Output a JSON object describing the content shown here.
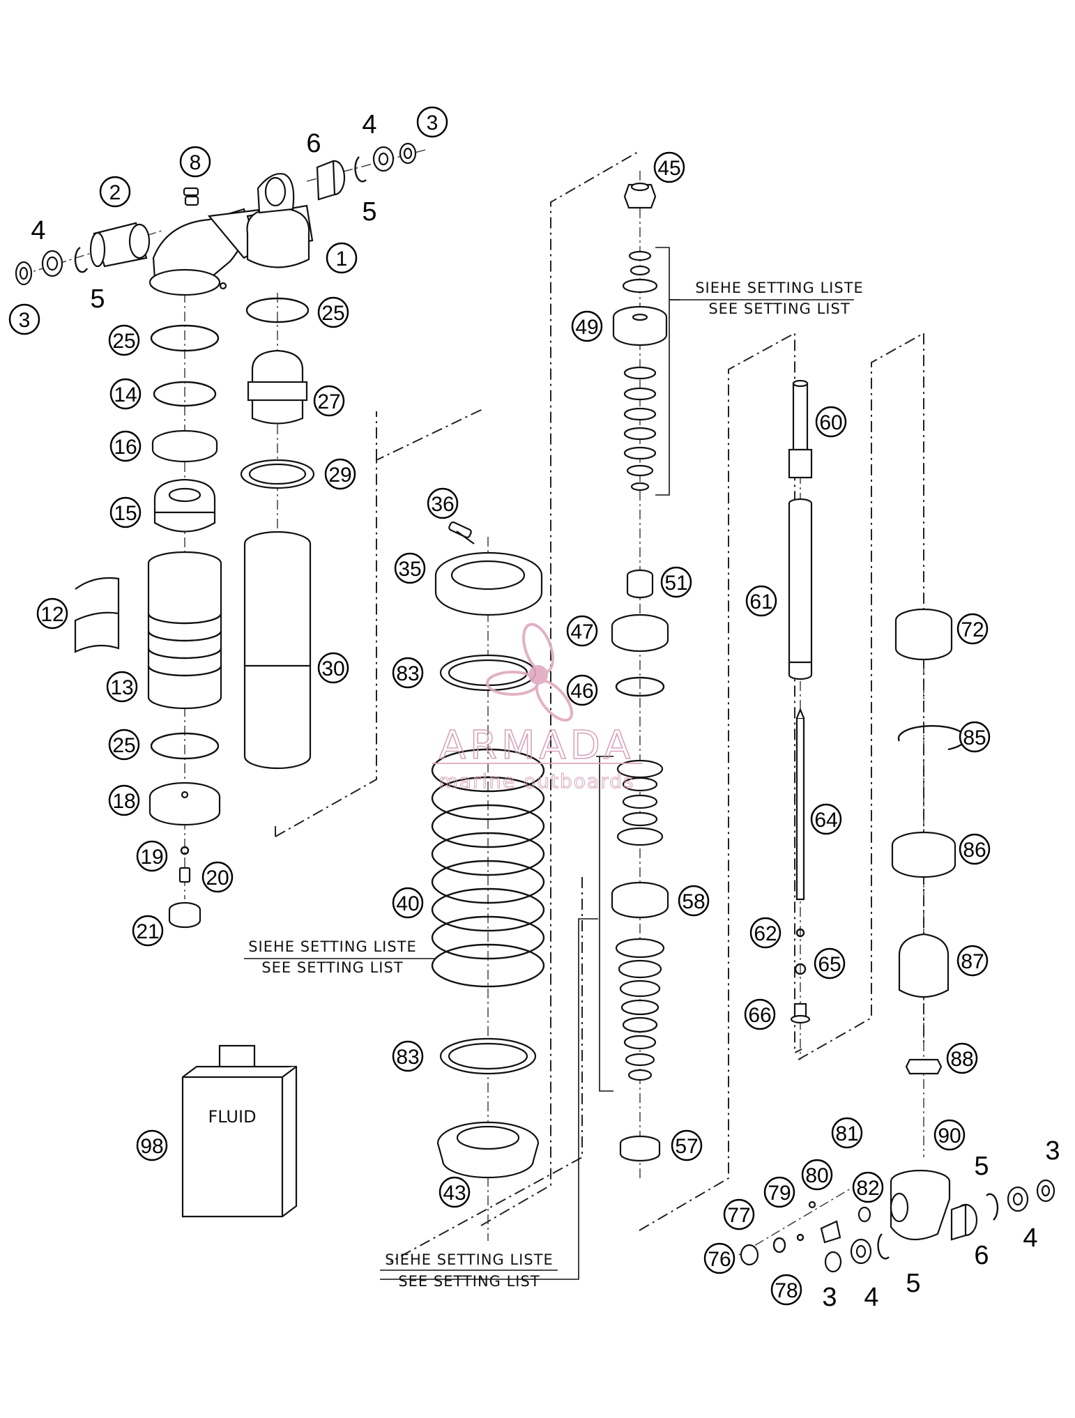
{
  "parts": [
    {
      "id": "p1",
      "text": "1"
    },
    {
      "id": "p2",
      "text": "2"
    },
    {
      "id": "p3a",
      "text": "3"
    },
    {
      "id": "p3b",
      "text": "3"
    },
    {
      "id": "p3c",
      "text": "3"
    },
    {
      "id": "p3d",
      "text": "3"
    },
    {
      "id": "p4a",
      "text": "4"
    },
    {
      "id": "p4b",
      "text": "4"
    },
    {
      "id": "p4c",
      "text": "4"
    },
    {
      "id": "p4d",
      "text": "4"
    },
    {
      "id": "p5a",
      "text": "5"
    },
    {
      "id": "p5b",
      "text": "5"
    },
    {
      "id": "p5c",
      "text": "5"
    },
    {
      "id": "p5d",
      "text": "5"
    },
    {
      "id": "p6a",
      "text": "6"
    },
    {
      "id": "p6b",
      "text": "6"
    },
    {
      "id": "p8",
      "text": "8"
    },
    {
      "id": "p12",
      "text": "12"
    },
    {
      "id": "p13",
      "text": "13"
    },
    {
      "id": "p14",
      "text": "14"
    },
    {
      "id": "p15",
      "text": "15"
    },
    {
      "id": "p16",
      "text": "16"
    },
    {
      "id": "p18",
      "text": "18"
    },
    {
      "id": "p19",
      "text": "19"
    },
    {
      "id": "p20",
      "text": "20"
    },
    {
      "id": "p21",
      "text": "21"
    },
    {
      "id": "p25a",
      "text": "25"
    },
    {
      "id": "p25b",
      "text": "25"
    },
    {
      "id": "p25c",
      "text": "25"
    },
    {
      "id": "p27",
      "text": "27"
    },
    {
      "id": "p29",
      "text": "29"
    },
    {
      "id": "p30",
      "text": "30"
    },
    {
      "id": "p35",
      "text": "35"
    },
    {
      "id": "p36",
      "text": "36"
    },
    {
      "id": "p40",
      "text": "40"
    },
    {
      "id": "p43",
      "text": "43"
    },
    {
      "id": "p45",
      "text": "45"
    },
    {
      "id": "p46",
      "text": "46"
    },
    {
      "id": "p47",
      "text": "47"
    },
    {
      "id": "p49",
      "text": "49"
    },
    {
      "id": "p51",
      "text": "51"
    },
    {
      "id": "p57",
      "text": "57"
    },
    {
      "id": "p58",
      "text": "58"
    },
    {
      "id": "p60",
      "text": "60"
    },
    {
      "id": "p61",
      "text": "61"
    },
    {
      "id": "p62",
      "text": "62"
    },
    {
      "id": "p64",
      "text": "64"
    },
    {
      "id": "p65",
      "text": "65"
    },
    {
      "id": "p66",
      "text": "66"
    },
    {
      "id": "p72",
      "text": "72"
    },
    {
      "id": "p76",
      "text": "76"
    },
    {
      "id": "p77",
      "text": "77"
    },
    {
      "id": "p78",
      "text": "78"
    },
    {
      "id": "p79",
      "text": "79"
    },
    {
      "id": "p80",
      "text": "80"
    },
    {
      "id": "p81",
      "text": "81"
    },
    {
      "id": "p82",
      "text": "82"
    },
    {
      "id": "p83a",
      "text": "83"
    },
    {
      "id": "p83b",
      "text": "83"
    },
    {
      "id": "p85",
      "text": "85"
    },
    {
      "id": "p86",
      "text": "86"
    },
    {
      "id": "p87",
      "text": "87"
    },
    {
      "id": "p88",
      "text": "88"
    },
    {
      "id": "p90",
      "text": "90"
    },
    {
      "id": "p98",
      "text": "98"
    }
  ],
  "notes": [
    {
      "id": "n1",
      "line1": "SIEHE SETTING LISTE",
      "line2": "SEE SETTING LIST"
    },
    {
      "id": "n2",
      "line1": "SIEHE SETTING LISTE",
      "line2": "SEE SETTING LIST"
    },
    {
      "id": "n3",
      "line1": "SIEHE SETTING LISTE",
      "line2": "SEE SETTING LIST"
    }
  ],
  "fluid_label": "FLUID",
  "watermark": {
    "brand": "ARMADA",
    "tagline": "marine outboards",
    "color": "#e0a8bf"
  }
}
